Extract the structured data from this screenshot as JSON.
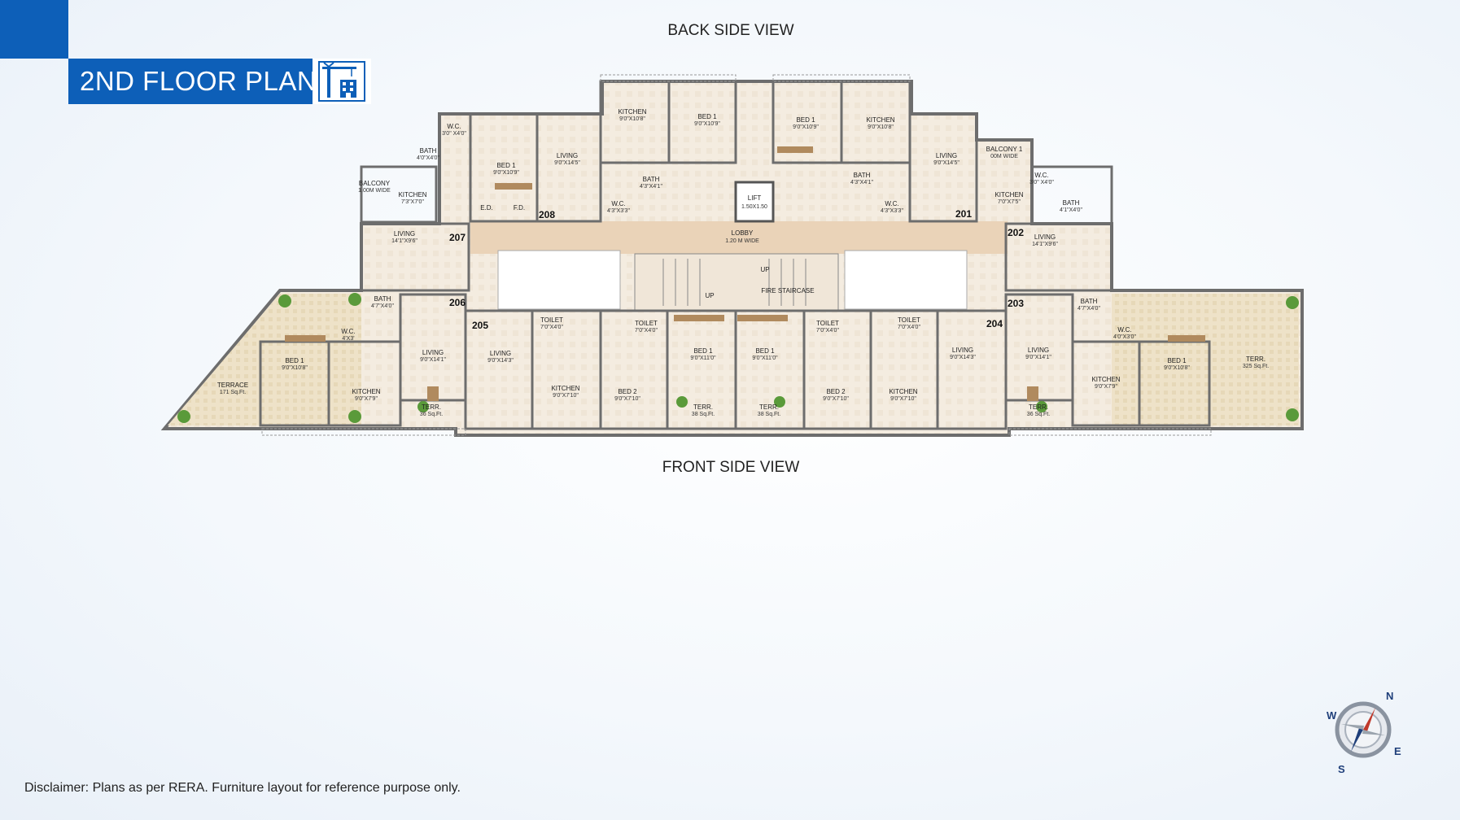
{
  "header": {
    "title": "2ND FLOOR PLAN",
    "icon": "crane-building-icon",
    "accent_color": "#0d5fb8"
  },
  "views": {
    "back": "BACK SIDE VIEW",
    "front": "FRONT SIDE VIEW"
  },
  "disclaimer": "Disclaimer: Plans as per RERA. Furniture layout for reference purpose only.",
  "compass": {
    "n": "N",
    "s": "S",
    "e": "E",
    "w": "W"
  },
  "units": [
    "201",
    "202",
    "203",
    "204",
    "205",
    "206",
    "207",
    "208"
  ],
  "common": {
    "lift_name": "LIFT",
    "lift_dim": "1.50X1.50",
    "lobby_name": "LOBBY",
    "lobby_dim": "1.20 M WIDE",
    "stair": "FIRE STAIRCASE",
    "up": "UP",
    "ed": "E.D.",
    "fd": "F.D."
  },
  "rooms": [
    {
      "name": "KITCHEN",
      "dim": "9'0\"X10'8\""
    },
    {
      "name": "BED 1",
      "dim": "9'0\"X10'9\""
    },
    {
      "name": "BED 1",
      "dim": "9'0\"X10'9\""
    },
    {
      "name": "KITCHEN",
      "dim": "9'0\"X10'8\""
    },
    {
      "name": "W.C.",
      "dim": "3'0\" X4'0\""
    },
    {
      "name": "BATH",
      "dim": "4'0\"X4'0\""
    },
    {
      "name": "BED 1",
      "dim": "9'0\"X10'9\""
    },
    {
      "name": "LIVING",
      "dim": "9'0\"X14'5\""
    },
    {
      "name": "BATH",
      "dim": "4'3\"X4'1\""
    },
    {
      "name": "W.C.",
      "dim": "4'3\"X3'3\""
    },
    {
      "name": "LIVING",
      "dim": "9'0\"X14'5\""
    },
    {
      "name": "BATH",
      "dim": "4'3\"X4'1\""
    },
    {
      "name": "W.C.",
      "dim": "4'3\"X3'3\""
    },
    {
      "name": "BALCONY",
      "dim": "1.00M WIDE"
    },
    {
      "name": "KITCHEN",
      "dim": "7'3\"X7'0\""
    },
    {
      "name": "BALCONY 1",
      "dim": "00M WIDE"
    },
    {
      "name": "W.C.",
      "dim": "3'0\" X4'0\""
    },
    {
      "name": "KITCHEN",
      "dim": "7'0\"X7'5\""
    },
    {
      "name": "BATH",
      "dim": "4'1\"X4'0\""
    },
    {
      "name": "LIVING",
      "dim": "14'1\"X9'6\""
    },
    {
      "name": "LIVING",
      "dim": "14'1\"X9'6\""
    },
    {
      "name": "BATH",
      "dim": "4'7\"X4'0\""
    },
    {
      "name": "BATH",
      "dim": "4'7\"X4'0\""
    },
    {
      "name": "W.C.",
      "dim": "4'X3'"
    },
    {
      "name": "W.C.",
      "dim": "4'0\"X3'0\""
    },
    {
      "name": "BED 1",
      "dim": "9'0\"X10'8\""
    },
    {
      "name": "LIVING",
      "dim": "9'0\"X14'1\""
    },
    {
      "name": "KITCHEN",
      "dim": "9'0\"X7'9\""
    },
    {
      "name": "TERRACE",
      "dim": "171 Sq.Ft."
    },
    {
      "name": "TERR.",
      "dim": "36 Sq.Ft."
    },
    {
      "name": "LIVING",
      "dim": "9'0\"X14'1\""
    },
    {
      "name": "KITCHEN",
      "dim": "9'0\"X7'9\""
    },
    {
      "name": "BED 1",
      "dim": "9'0\"X10'8\""
    },
    {
      "name": "TERR.",
      "dim": "325 Sq.Ft."
    },
    {
      "name": "TERR.",
      "dim": "36 Sq.Ft."
    },
    {
      "name": "LIVING",
      "dim": "9'0\"X14'3\""
    },
    {
      "name": "TOILET",
      "dim": "7'0\"X4'0\""
    },
    {
      "name": "TOILET",
      "dim": "7'0\"X4'0\""
    },
    {
      "name": "KITCHEN",
      "dim": "9'0\"X7'10\""
    },
    {
      "name": "BED 2",
      "dim": "9'0\"X7'10\""
    },
    {
      "name": "BED 1",
      "dim": "9'0\"X11'0\""
    },
    {
      "name": "TERR.",
      "dim": "38 Sq.Ft."
    },
    {
      "name": "BED 1",
      "dim": "9'0\"X11'0\""
    },
    {
      "name": "TERR.",
      "dim": "38 Sq.Ft."
    },
    {
      "name": "TOILET",
      "dim": "7'0\"X4'0\""
    },
    {
      "name": "TOILET",
      "dim": "7'0\"X4'0\""
    },
    {
      "name": "BED 2",
      "dim": "9'0\"X7'10\""
    },
    {
      "name": "KITCHEN",
      "dim": "9'0\"X7'10\""
    },
    {
      "name": "LIVING",
      "dim": "9'0\"X14'3\""
    }
  ]
}
